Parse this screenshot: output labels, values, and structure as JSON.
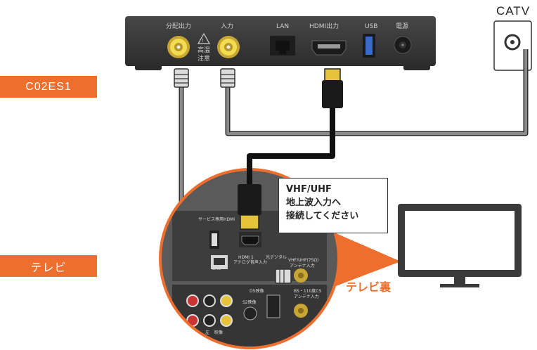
{
  "labels": {
    "device": "C02ES1",
    "tv": "テレビ"
  },
  "catv": "CATV",
  "stb_ports": {
    "split_out": "分配出力",
    "caution_line1": "高温",
    "caution_line2": "注意",
    "input": "入力",
    "lan": "LAN",
    "hdmi_out": "HDMI出力",
    "usb": "USB",
    "power": "電源"
  },
  "callout": {
    "line1": "VHF/UHF",
    "line2": "地上波入力へ",
    "line3": "接続してください"
  },
  "tv_back_label": "テレビ裏",
  "tv_panel": {
    "service": "サービス専用",
    "hdmi": "HDMI",
    "lan": "LAN",
    "hdmi1": "HDMI 1",
    "analog": "アナログ音声入力",
    "digital": "光デジタル",
    "vhf": "VHF/UHF(75Ω)",
    "antenna1": "アンテナ入力",
    "bs": "BS・110度CS",
    "antenna2": "アンテナ入力",
    "d5": "D5映像",
    "s2": "S2映像",
    "audio_l": "左",
    "video": "映像"
  },
  "colors": {
    "accent": "#ee6f2d",
    "stb_body": "#3b3b3b",
    "cable": "#606060",
    "coax_yellow": "#e8d24a",
    "hdmi_gold": "#e6c43a"
  }
}
